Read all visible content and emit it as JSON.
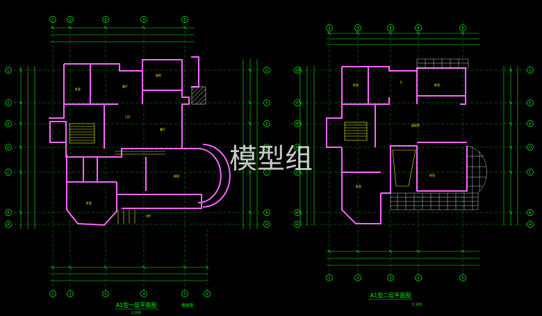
{
  "watermark": "模型组",
  "plan_left": {
    "title": "A1型一层平面图",
    "scale": "1:100",
    "note": "南观型",
    "axis_top": [
      "1",
      "2",
      "3",
      "4",
      "5"
    ],
    "axis_bottom": [
      "1",
      "2",
      "3",
      "4",
      "5",
      "6"
    ],
    "axis_left": [
      "G",
      "F",
      "E",
      "D",
      "C",
      "B",
      "A"
    ],
    "axis_right": [
      "G",
      "F",
      "E",
      "D",
      "C",
      "B",
      "A"
    ]
  },
  "plan_right": {
    "title": "A1型二层平面图",
    "scale": "1:100",
    "axis_top": [
      "1",
      "2",
      "3",
      "4",
      "5"
    ],
    "axis_bottom": [
      "1",
      "2",
      "3",
      "4",
      "5"
    ],
    "axis_left": [
      "G",
      "F",
      "E",
      "D",
      "C",
      "B",
      "A"
    ],
    "axis_right": [
      "G",
      "F",
      "E",
      "D",
      "C",
      "B",
      "A"
    ]
  },
  "colors": {
    "background": "#000000",
    "grid": "#00ff00",
    "dims": "#00ff00",
    "walls": "#ff66ff",
    "text": "#ffff00",
    "axis_circle": "#00ff00"
  }
}
